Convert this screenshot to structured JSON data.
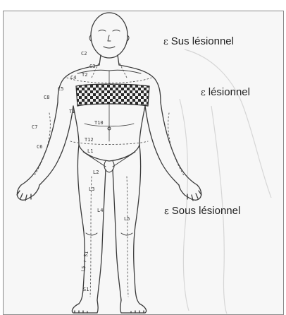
{
  "labels": {
    "sus": {
      "symbol": "ε",
      "text": "Sus lésionnel"
    },
    "les": {
      "symbol": "ε",
      "text": "lésionnel"
    },
    "sous": {
      "symbol": "ε",
      "text": "Sous lésionnel"
    }
  },
  "dermatomes": [
    "C2",
    "C3",
    "C4",
    "C5",
    "C6",
    "C7",
    "C8",
    "T1",
    "T2",
    "T10",
    "T12",
    "L1",
    "L2",
    "L3",
    "L4",
    "L5",
    "L5 + S1",
    "S1"
  ],
  "colors": {
    "line": "#3a3a3a",
    "band_dark": "#2a2a2a",
    "band_light": "#f0f0f0",
    "background": "#f7f7f7"
  }
}
